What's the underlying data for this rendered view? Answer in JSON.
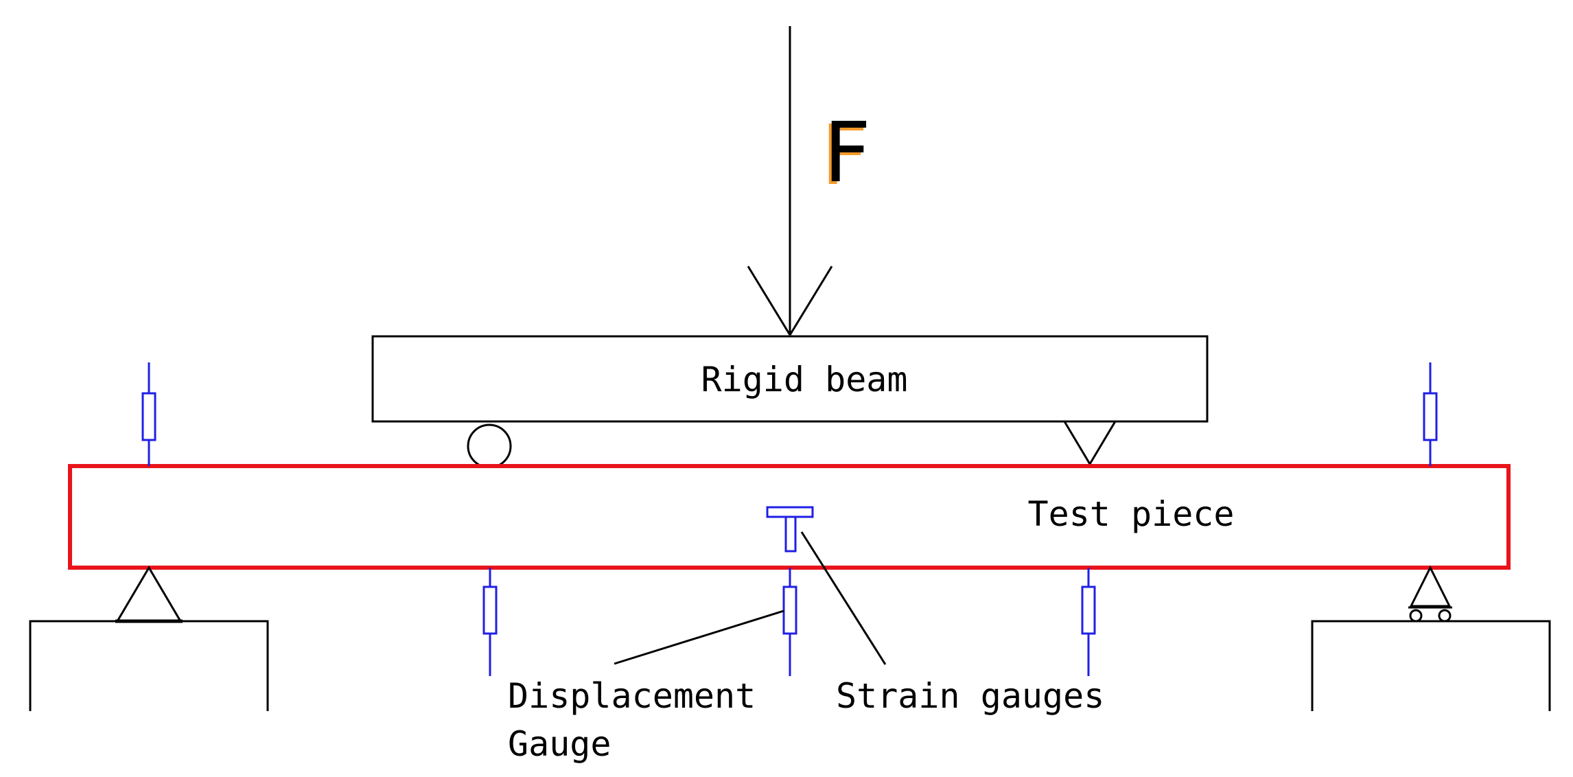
{
  "labels": {
    "force": "F",
    "rigid_beam": "Rigid beam",
    "test_piece": "Test piece",
    "displacement_gauge_line1": "Displacement",
    "displacement_gauge_line2": "Gauge",
    "strain_gauges": "Strain gauges"
  },
  "colors": {
    "ink": "#000000",
    "test_piece_outline": "#e8141b",
    "gauge": "#1f1fe6",
    "force_label_shadow": "#f59a2a"
  }
}
